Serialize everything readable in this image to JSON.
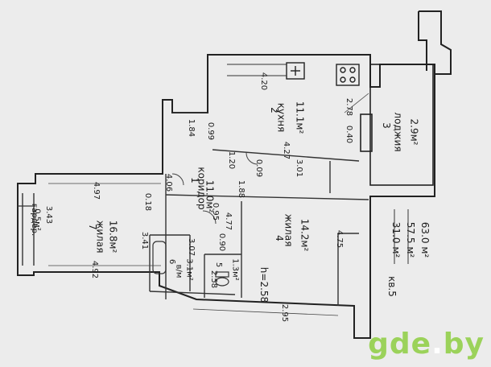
{
  "rooms": {
    "kitchen": {
      "number": "2",
      "name": "кухня",
      "area": "11.1м²"
    },
    "loggia": {
      "number": "3",
      "name": "лоджия",
      "area": "2.9м²"
    },
    "corridor": {
      "number": "1",
      "name": "коридор",
      "area": "11.0м²"
    },
    "living4": {
      "number": "4",
      "name": "жилая",
      "area": "14.2м²"
    },
    "living7": {
      "number": "7",
      "name": "жилая",
      "area": "16.8м²"
    },
    "bath": {
      "number": "6",
      "name": "в/м",
      "area": "3.1м²"
    },
    "wc": {
      "number": "5",
      "area": "1.3м²"
    },
    "pantry": {
      "name": "гардер.",
      "area": "0.5м²"
    }
  },
  "dimensions": {
    "d_4_20": "4.20",
    "d_0_40": "0.40",
    "d_2_78": "2.78",
    "d_1_84": "1.84",
    "d_0_99": "0.99",
    "d_4_27": "4.27",
    "d_1_20": "1.20",
    "d_0_09": "0.09",
    "d_3_01": "3.01",
    "d_4_06": "4.06",
    "d_1_88": "1.88",
    "d_0_18": "0.18",
    "d_4_97": "4.97",
    "d_0_95": "0.95",
    "d_4_77": "4.77",
    "d_3_43": "3.43",
    "d_3_41": "3.41",
    "d_3_07": "3.07",
    "d_0_90": "0.90",
    "d_4_75": "4.75",
    "d_4_92": "4.92",
    "d_2_58": "2.58",
    "d_2_95": "2.95",
    "height": "h=2.58"
  },
  "summary": {
    "type": "кв.5",
    "living_area": "31.0 м²",
    "total_area": "57.5 м²",
    "overall_area": "63.0 м²"
  },
  "watermark": {
    "left": "gde",
    "dot": ".",
    "right": "by"
  }
}
